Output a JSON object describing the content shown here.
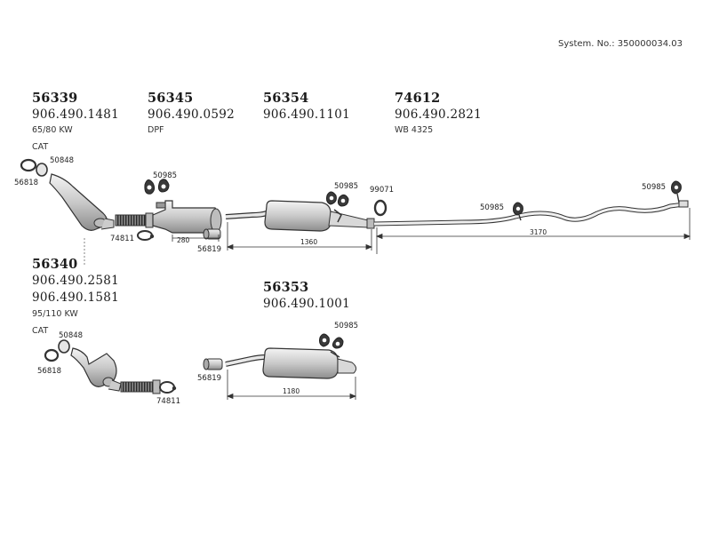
{
  "system_number": "System. No.: 350000034.03",
  "groups": [
    {
      "head": "56339",
      "numbers": [
        "906.490.1481"
      ],
      "subs": [
        "65/80 KW",
        "CAT"
      ]
    },
    {
      "head": "56345",
      "numbers": [
        "906.490.0592"
      ],
      "subs": [
        "DPF"
      ]
    },
    {
      "head": "56354",
      "numbers": [
        "906.490.1101"
      ],
      "subs": []
    },
    {
      "head": "74612",
      "numbers": [
        "906.490.2821"
      ],
      "subs": [
        "WB 4325"
      ]
    },
    {
      "head": "56340",
      "numbers": [
        "906.490.2581",
        "906.490.1581"
      ],
      "subs": [
        "95/110 KW",
        "CAT"
      ]
    },
    {
      "head": "56353",
      "numbers": [
        "906.490.1001"
      ],
      "subs": []
    }
  ],
  "part_labels": {
    "top_clamp_ring": "56818",
    "top_gasket": "50848",
    "top_hanger_dpf": "50985",
    "top_clamp_flex": "74811",
    "top_sleeve": "56819",
    "top_hanger_mid": "50985",
    "top_clamp_tail": "99071",
    "top_hanger_tail_1": "50985",
    "top_hanger_tail_2": "50985",
    "bot_gasket": "50848",
    "bot_clamp_ring": "56818",
    "bot_clamp_flex": "74811",
    "bot_sleeve": "56819",
    "bot_hanger": "50985"
  },
  "dimensions": {
    "dpf_len": "280",
    "mid_len": "1360",
    "tail_len": "3170",
    "alt_mid_len": "1180"
  }
}
